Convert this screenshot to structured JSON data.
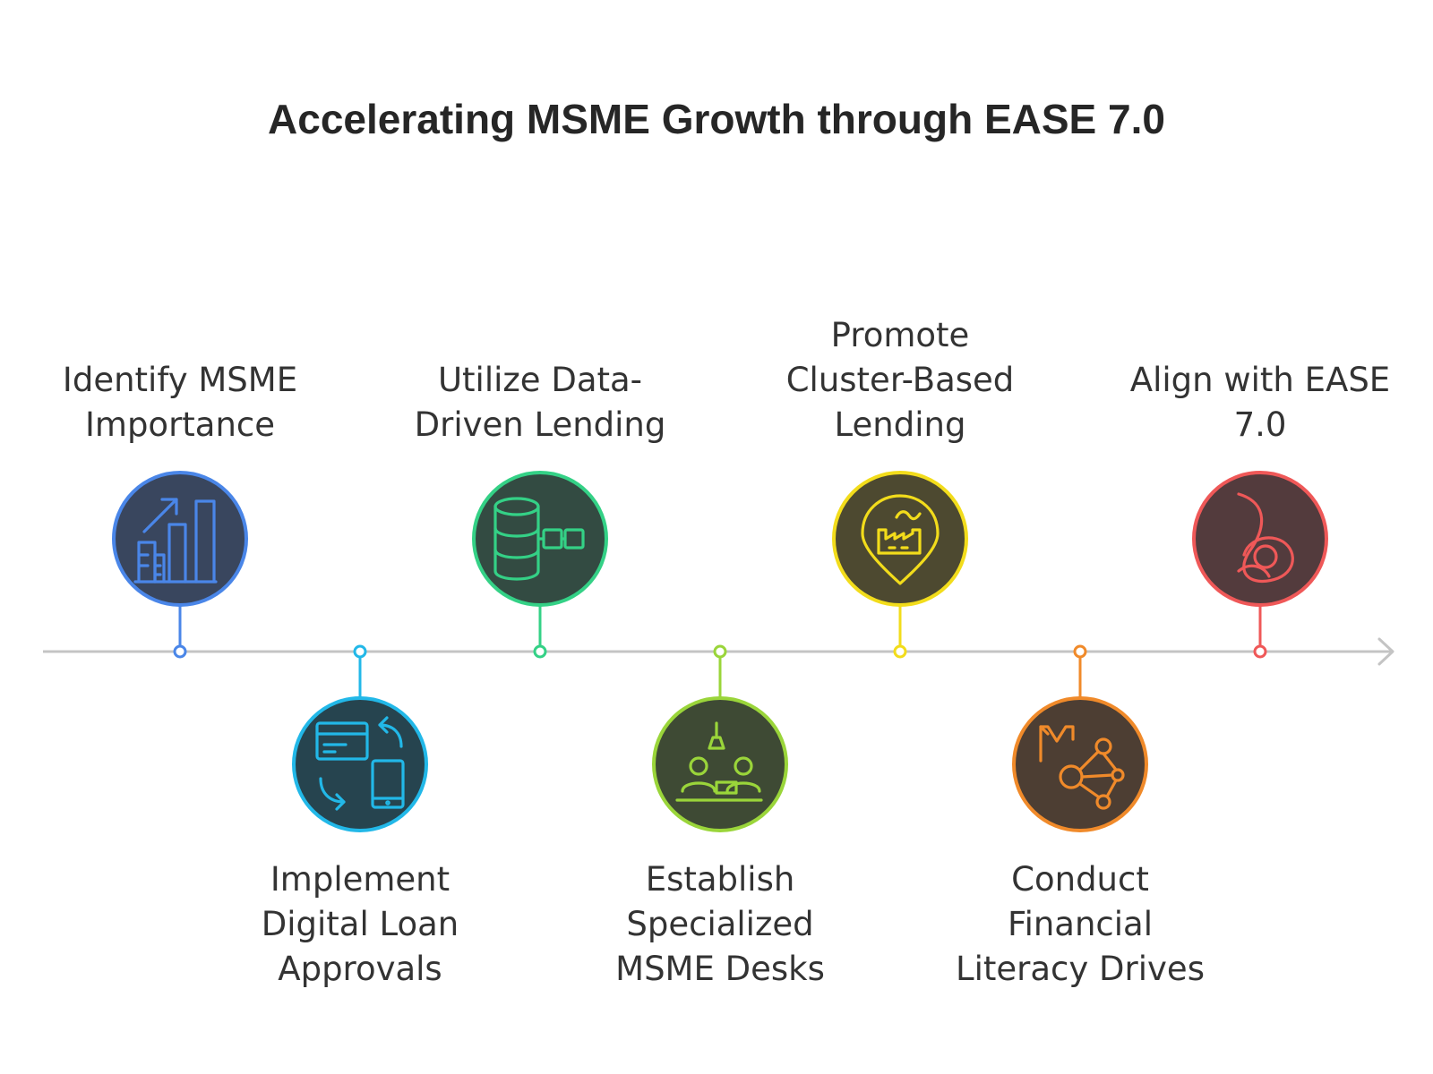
{
  "title": "Accelerating MSME Growth through EASE 7.0",
  "steps": [
    {
      "label": "Identify MSME Importance",
      "position": "above",
      "color": "#4a86e8",
      "fill": "#39465e",
      "icon": "growth-chart-icon"
    },
    {
      "label": "Implement Digital Loan Approvals",
      "position": "below",
      "color": "#22b8e8",
      "fill": "#26444f",
      "icon": "digital-transfer-icon"
    },
    {
      "label": "Utilize Data-Driven Lending",
      "position": "above",
      "color": "#34d186",
      "fill": "#334b42",
      "icon": "database-network-icon"
    },
    {
      "label": "Establish Specialized MSME Desks",
      "position": "below",
      "color": "#9ad53a",
      "fill": "#3e4a34",
      "icon": "desk-meeting-icon"
    },
    {
      "label": "Promote Cluster-Based Lending",
      "position": "above",
      "color": "#f2dc1b",
      "fill": "#4d4930",
      "icon": "factory-location-icon"
    },
    {
      "label": "Conduct Financial Literacy Drives",
      "position": "below",
      "color": "#f08a2a",
      "fill": "#4d3e33",
      "icon": "book-network-icon"
    },
    {
      "label": "Align with EASE 7.0",
      "position": "above",
      "color": "#ef5858",
      "fill": "#533b3d",
      "icon": "ease-logo-icon"
    }
  ],
  "colors": {
    "title": "#262626",
    "label": "#333333",
    "axis": "#c4c4c4"
  }
}
